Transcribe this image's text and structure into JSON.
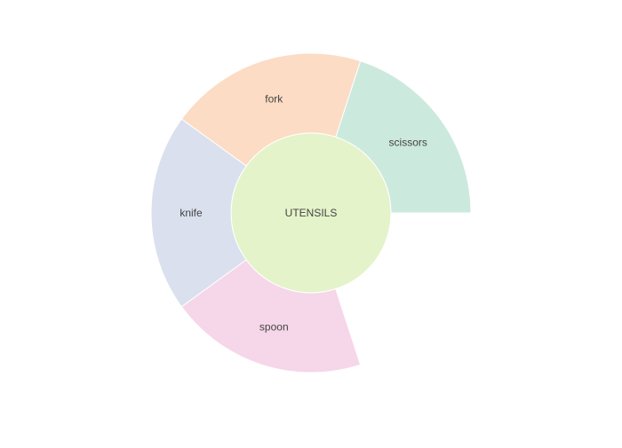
{
  "chart_data": {
    "type": "sunburst",
    "root": {
      "label": "UTENSILS",
      "color": "#e4f3c9"
    },
    "children": [
      {
        "label": "scissors",
        "value": 1,
        "color": "#cce9de"
      },
      {
        "label": "fork",
        "value": 1,
        "color": "#fcdcc4"
      },
      {
        "label": "knife",
        "value": 1,
        "color": "#dae0ed"
      },
      {
        "label": "spoon",
        "value": 1,
        "color": "#f5d7e9"
      }
    ],
    "start_angle_deg": 0,
    "direction": "counterclockwise",
    "sector_span_deg": 288
  }
}
